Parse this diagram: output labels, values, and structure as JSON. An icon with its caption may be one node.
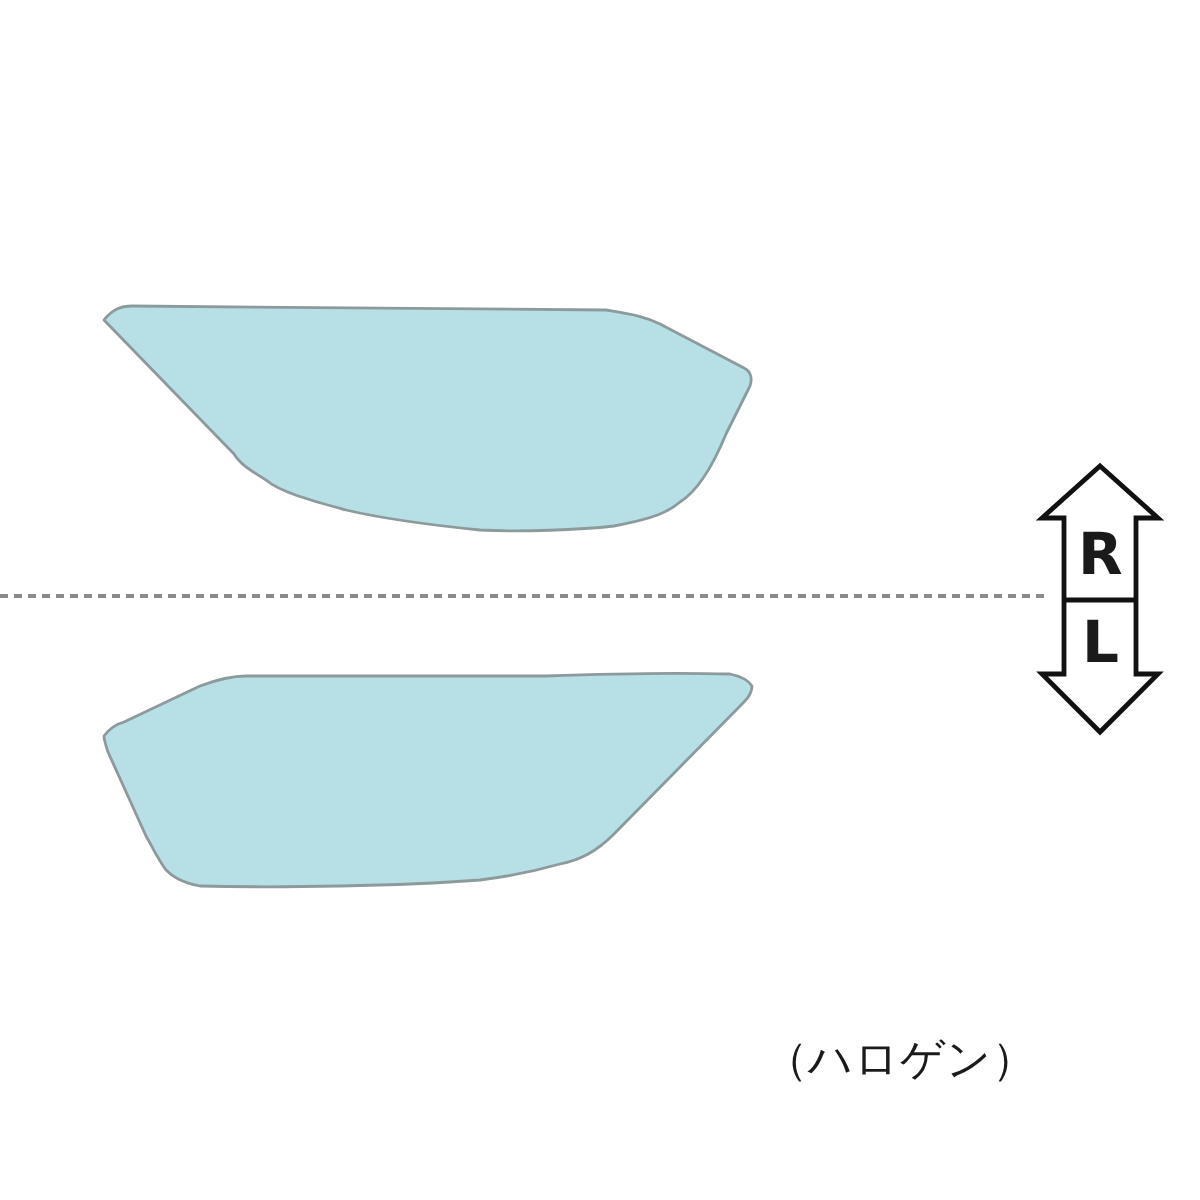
{
  "diagram": {
    "labels": [
      "R",
      "L",
      "（ハロゲン）"
    ]
  }
}
